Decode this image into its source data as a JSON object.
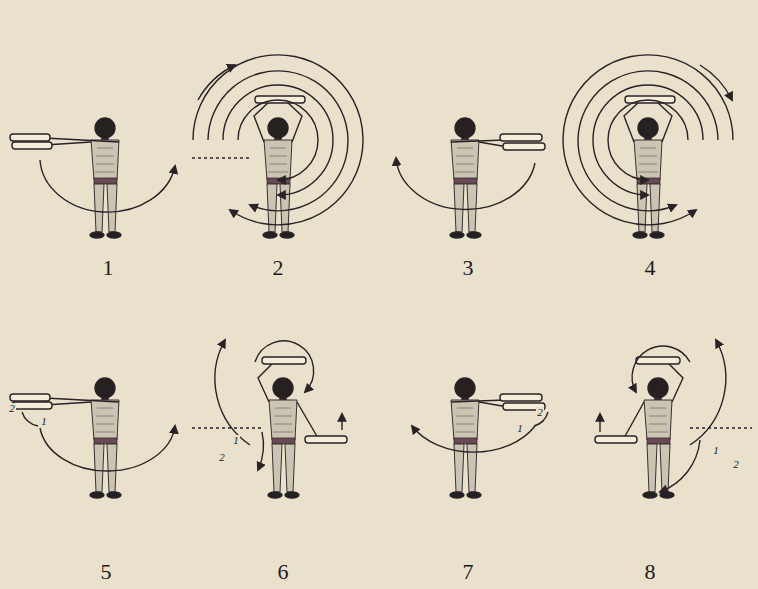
{
  "diagram": {
    "labels": [
      "1",
      "2",
      "3",
      "4",
      "2",
      "1",
      "1",
      "2",
      "1",
      "2",
      "1",
      "2",
      "5",
      "6",
      "7",
      "8"
    ]
  }
}
